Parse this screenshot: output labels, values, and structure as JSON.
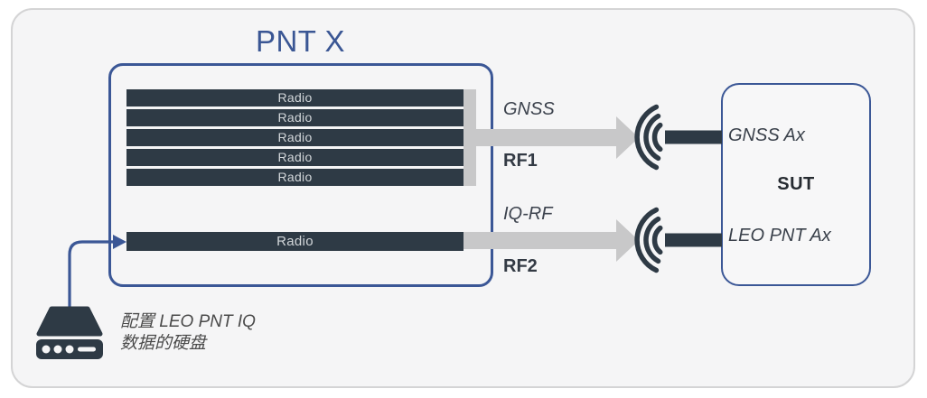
{
  "pntx": {
    "title": "PNT X",
    "radio_stack": [
      "Radio",
      "Radio",
      "Radio",
      "Radio",
      "Radio"
    ],
    "iq_radio": "Radio"
  },
  "signals": {
    "rf1": {
      "signal": "GNSS",
      "port": "RF1"
    },
    "rf2": {
      "signal": "IQ-RF",
      "port": "RF2"
    }
  },
  "sut": {
    "label": "SUT",
    "antenna_top": "GNSS Ax",
    "antenna_bottom": "LEO PNT Ax"
  },
  "disk": {
    "caption_line1": "配置 LEO PNT IQ",
    "caption_line2": "数据的硬盘"
  },
  "icons": {
    "antenna_top": "antenna-icon",
    "antenna_bottom": "antenna-icon",
    "hard_drive": "hard-drive-icon",
    "rf1_arrow": "signal-arrow-icon",
    "rf2_arrow": "signal-arrow-icon",
    "disk_connector": "connector-arrow-icon"
  },
  "colors": {
    "accent_blue": "#3b5796",
    "dark_slate": "#2e3a45",
    "arrow_gray": "#c8c8c9",
    "panel_bg": "#f5f5f6",
    "label_dark": "#3a414b",
    "radio_text": "#d3d7da"
  }
}
